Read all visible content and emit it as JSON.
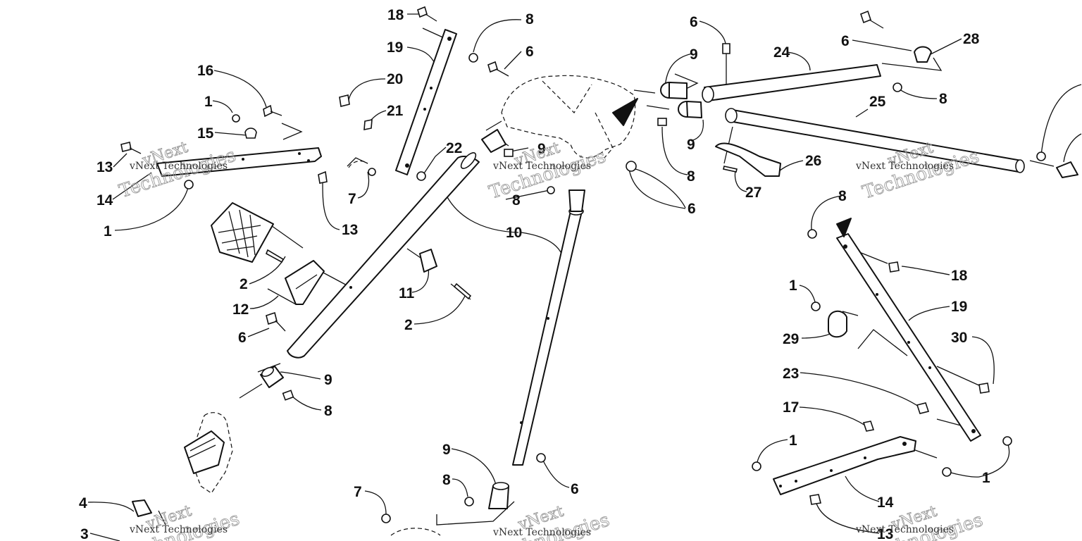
{
  "diagram": {
    "callouts": [
      {
        "id": "c1",
        "text": "18"
      },
      {
        "id": "c2",
        "text": "8"
      },
      {
        "id": "c3",
        "text": "19"
      },
      {
        "id": "c4",
        "text": "6"
      },
      {
        "id": "c5",
        "text": "16"
      },
      {
        "id": "c6",
        "text": "20"
      },
      {
        "id": "c7",
        "text": "21"
      },
      {
        "id": "c8",
        "text": "1"
      },
      {
        "id": "c9",
        "text": "15"
      },
      {
        "id": "c10",
        "text": "22"
      },
      {
        "id": "c11",
        "text": "13"
      },
      {
        "id": "c12",
        "text": "14"
      },
      {
        "id": "c13",
        "text": "7"
      },
      {
        "id": "c14",
        "text": "1"
      },
      {
        "id": "c15",
        "text": "13"
      },
      {
        "id": "c16",
        "text": "9"
      },
      {
        "id": "c17",
        "text": "8"
      },
      {
        "id": "c18",
        "text": "10"
      },
      {
        "id": "c19",
        "text": "2"
      },
      {
        "id": "c20",
        "text": "12"
      },
      {
        "id": "c21",
        "text": "11"
      },
      {
        "id": "c22",
        "text": "2"
      },
      {
        "id": "c23",
        "text": "6"
      },
      {
        "id": "c24",
        "text": "9"
      },
      {
        "id": "c25",
        "text": "8"
      },
      {
        "id": "c26",
        "text": "4"
      },
      {
        "id": "c27",
        "text": "3"
      },
      {
        "id": "c28",
        "text": "7"
      },
      {
        "id": "c29",
        "text": "9"
      },
      {
        "id": "c30",
        "text": "8"
      },
      {
        "id": "c31",
        "text": "6"
      },
      {
        "id": "c32",
        "text": "6"
      },
      {
        "id": "c33",
        "text": "9"
      },
      {
        "id": "c34",
        "text": "24"
      },
      {
        "id": "c35",
        "text": "6"
      },
      {
        "id": "c36",
        "text": "28"
      },
      {
        "id": "c37",
        "text": "8"
      },
      {
        "id": "c38",
        "text": "25"
      },
      {
        "id": "c39",
        "text": "9"
      },
      {
        "id": "c40",
        "text": "8"
      },
      {
        "id": "c41",
        "text": "26"
      },
      {
        "id": "c42",
        "text": "27"
      },
      {
        "id": "c43",
        "text": "6"
      },
      {
        "id": "c44",
        "text": "8"
      },
      {
        "id": "c45",
        "text": "18"
      },
      {
        "id": "c46",
        "text": "1"
      },
      {
        "id": "c47",
        "text": "19"
      },
      {
        "id": "c48",
        "text": "29"
      },
      {
        "id": "c49",
        "text": "30"
      },
      {
        "id": "c50",
        "text": "23"
      },
      {
        "id": "c51",
        "text": "17"
      },
      {
        "id": "c52",
        "text": "1"
      },
      {
        "id": "c53",
        "text": "1"
      },
      {
        "id": "c54",
        "text": "14"
      },
      {
        "id": "c55",
        "text": "13"
      }
    ]
  },
  "watermark": {
    "line1": "vNext",
    "line2": "Technologies",
    "caption": "vNext Technologies"
  }
}
